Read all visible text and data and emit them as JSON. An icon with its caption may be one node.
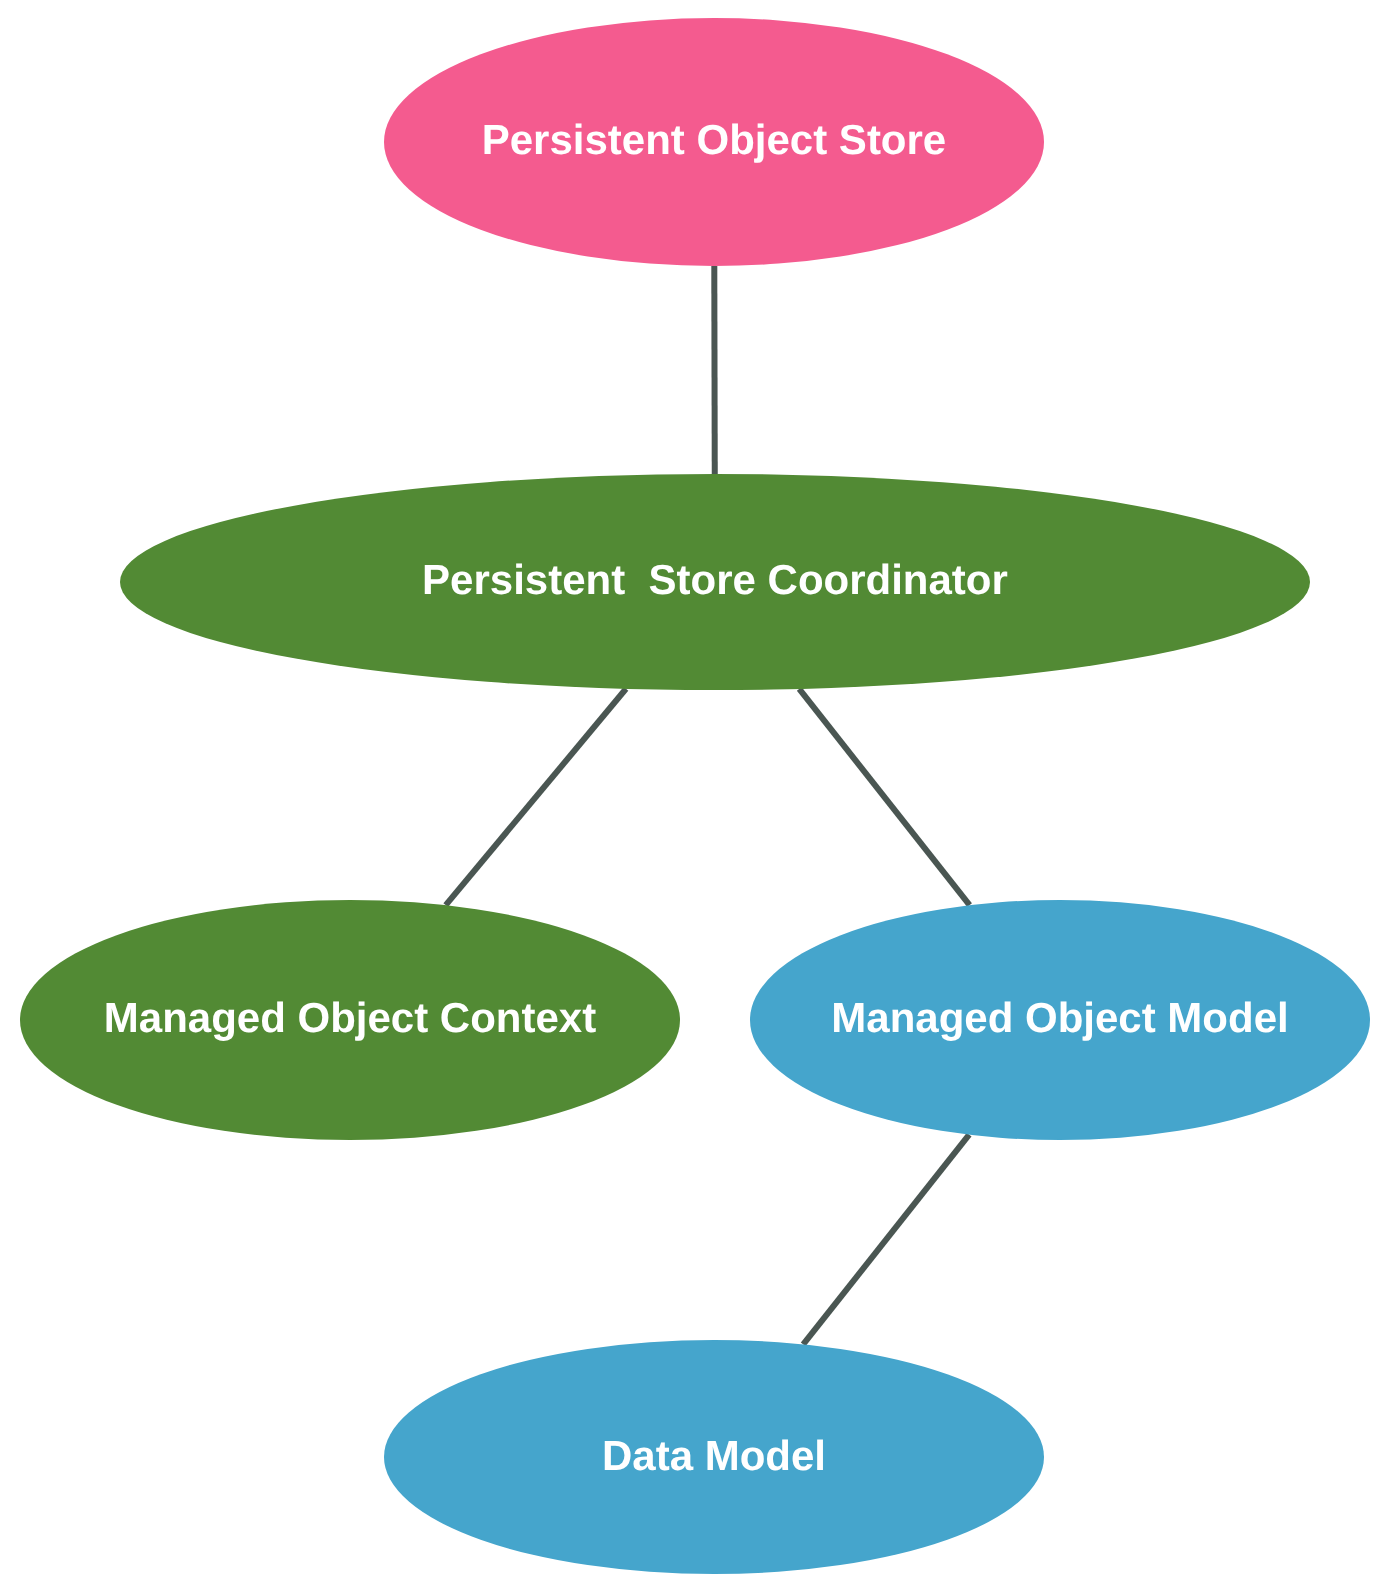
{
  "diagram": {
    "nodes": [
      {
        "text": [
          "Persistent Object Store"
        ]
      },
      {
        "text": [
          "Persistent  Store Coordinator"
        ]
      },
      {
        "text": [
          "Managed Object Context"
        ]
      },
      {
        "text": [
          "Managed Object Model"
        ]
      },
      {
        "text": [
          "Data Model"
        ]
      }
    ],
    "edges": [
      {
        "from": 0,
        "to": 1,
        "arrow": "none"
      },
      {
        "from": 1,
        "to": 2,
        "arrow": "none"
      },
      {
        "from": 1,
        "to": 3,
        "arrow": "none"
      },
      {
        "from": 3,
        "to": 4,
        "arrow": "none"
      }
    ]
  }
}
